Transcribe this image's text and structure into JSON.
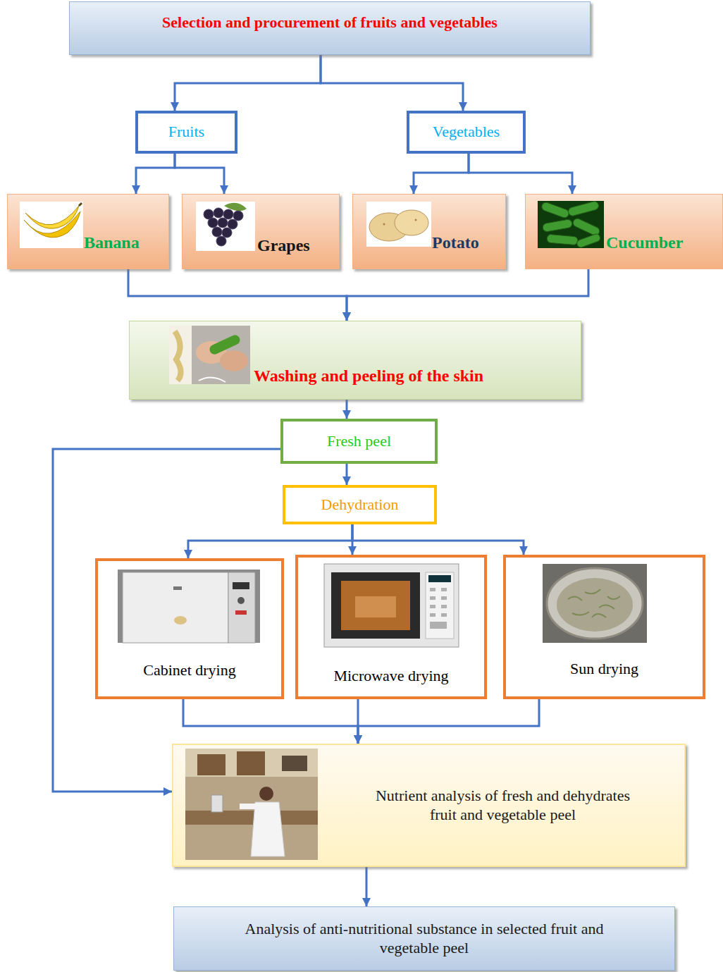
{
  "diagram": {
    "nodes": [
      {
        "text": [
          "Selection and procurement of fruits and vegetables"
        ]
      },
      {
        "text": [
          "Fruits"
        ]
      },
      {
        "text": [
          "Vegetables"
        ]
      },
      {
        "text": [
          "Banana"
        ]
      },
      {
        "text": [
          "Grapes"
        ]
      },
      {
        "text": [
          "Potato"
        ]
      },
      {
        "text": [
          "Cucumber"
        ]
      },
      {
        "text": [
          "Washing and peeling of the skin"
        ]
      },
      {
        "text": [
          "Fresh peel"
        ]
      },
      {
        "text": [
          "Dehydration"
        ]
      },
      {
        "text": [
          "Cabinet drying"
        ]
      },
      {
        "text": [
          "Microwave drying"
        ]
      },
      {
        "text": [
          "Sun drying"
        ]
      },
      {
        "text": [
          "Nutrient analysis of fresh and dehydrates fruit and vegetable peel"
        ]
      },
      {
        "text": [
          "Analysis of anti-nutritional substance in selected fruit and vegetable peel"
        ]
      }
    ],
    "edges": [
      {
        "from": 0,
        "to": 1,
        "arrow": "to"
      },
      {
        "from": 0,
        "to": 2,
        "arrow": "to"
      },
      {
        "from": 1,
        "to": 3,
        "arrow": "to"
      },
      {
        "from": 1,
        "to": 4,
        "arrow": "to"
      },
      {
        "from": 2,
        "to": 5,
        "arrow": "to"
      },
      {
        "from": 2,
        "to": 6,
        "arrow": "to"
      },
      {
        "from": 3,
        "to": 7,
        "arrow": "to"
      },
      {
        "from": 6,
        "to": 7,
        "arrow": "to"
      },
      {
        "from": 7,
        "to": 8,
        "arrow": "to"
      },
      {
        "from": 8,
        "to": 9,
        "arrow": "to"
      },
      {
        "from": 8,
        "to": 13,
        "arrow": "to"
      },
      {
        "from": 9,
        "to": 10,
        "arrow": "to"
      },
      {
        "from": 9,
        "to": 11,
        "arrow": "to"
      },
      {
        "from": 9,
        "to": 12,
        "arrow": "to"
      },
      {
        "from": 10,
        "to": 13,
        "arrow": "to"
      },
      {
        "from": 11,
        "to": 13,
        "arrow": "to"
      },
      {
        "from": 12,
        "to": 13,
        "arrow": "to"
      },
      {
        "from": 13,
        "to": 14,
        "arrow": "to"
      }
    ]
  }
}
